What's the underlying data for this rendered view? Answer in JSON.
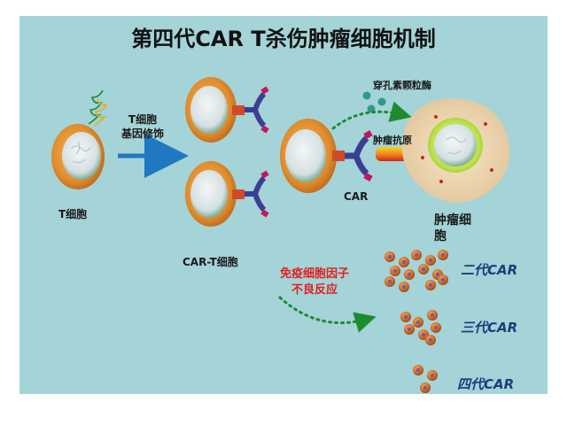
{
  "title": "第四代CAR T杀伤肿瘤细胞机制",
  "labels": {
    "t_cell": "T细胞",
    "gene_mod_line1": "T细胞",
    "gene_mod_line2": "基因修饰",
    "car_t_cell": "CAR-T细胞",
    "perforin": "穿孔素颗粒酶",
    "tumor_antigen": "肿瘤抗原",
    "car": "CAR",
    "tumor_cell_line1": "肿瘤细",
    "tumor_cell_line2": "胞",
    "crs_line1": "免疫细胞因子",
    "crs_line2": "不良反应"
  },
  "generations": [
    {
      "label": "二代CAR",
      "dots": 13
    },
    {
      "label": "三代CAR",
      "dots": 7
    },
    {
      "label": "四代CAR",
      "dots": 3
    }
  ],
  "colors": {
    "panel": "#a4d3d8",
    "cell_shell": "#e08d2e",
    "cell_core": "#dfe8ea",
    "receptor": "#3a3f93",
    "receptor_tip": "#c2185b",
    "arrow_blue": "#1f78c1",
    "arrow_green": "#1e8c2e",
    "tumor_body": "#eed8b4",
    "tumor_halo": "#bde04a",
    "red_text": "#e02020",
    "gen_text": "#1f3c7a"
  }
}
